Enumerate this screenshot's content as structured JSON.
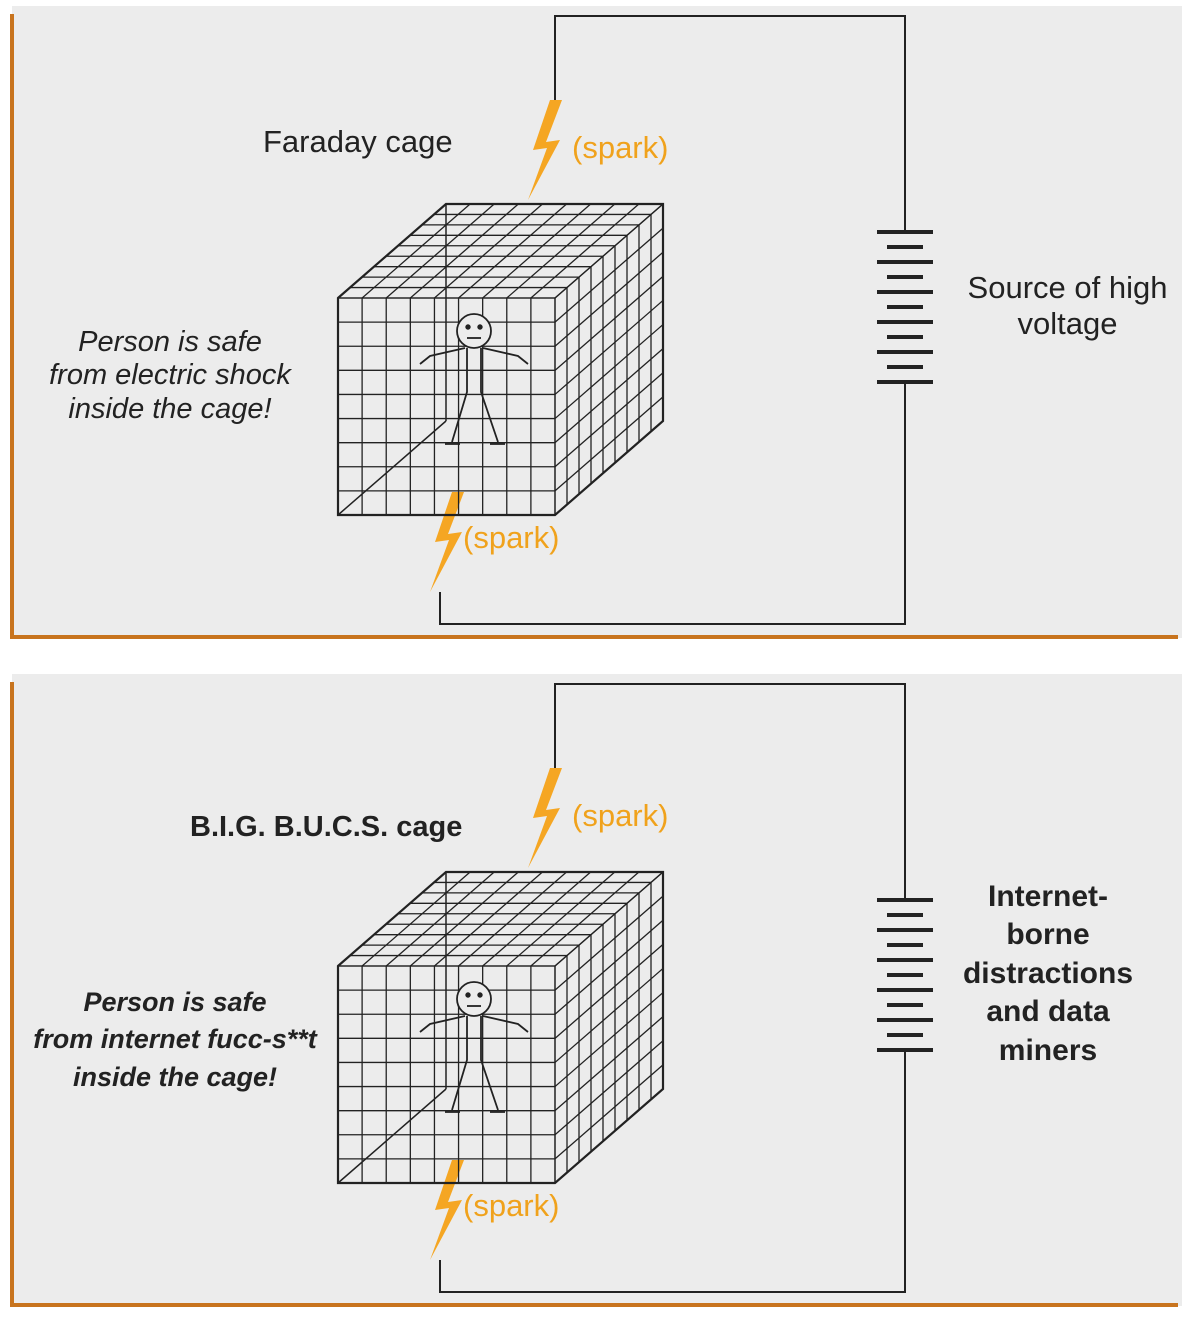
{
  "colors": {
    "panel_bg": "#ececec",
    "border": "#c8741e",
    "spark": "#f5a623",
    "wire": "#222222"
  },
  "panels": [
    {
      "cage_label": "Faraday cage",
      "spark_top": "(spark)",
      "spark_bottom": "(spark)",
      "person_lines": [
        "Person is safe",
        "from electric shock",
        "inside the cage!"
      ],
      "source_lines": [
        "Source of high",
        "voltage"
      ]
    },
    {
      "cage_label": "B.I.G. B.U.C.S. cage",
      "spark_top": "(spark)",
      "spark_bottom": "(spark)",
      "person_lines": [
        "Person is safe",
        "from internet fucc-s**t",
        "inside the cage!"
      ],
      "source_lines": [
        "Internet-",
        "borne",
        "distractions",
        "and data",
        "miners"
      ]
    }
  ]
}
